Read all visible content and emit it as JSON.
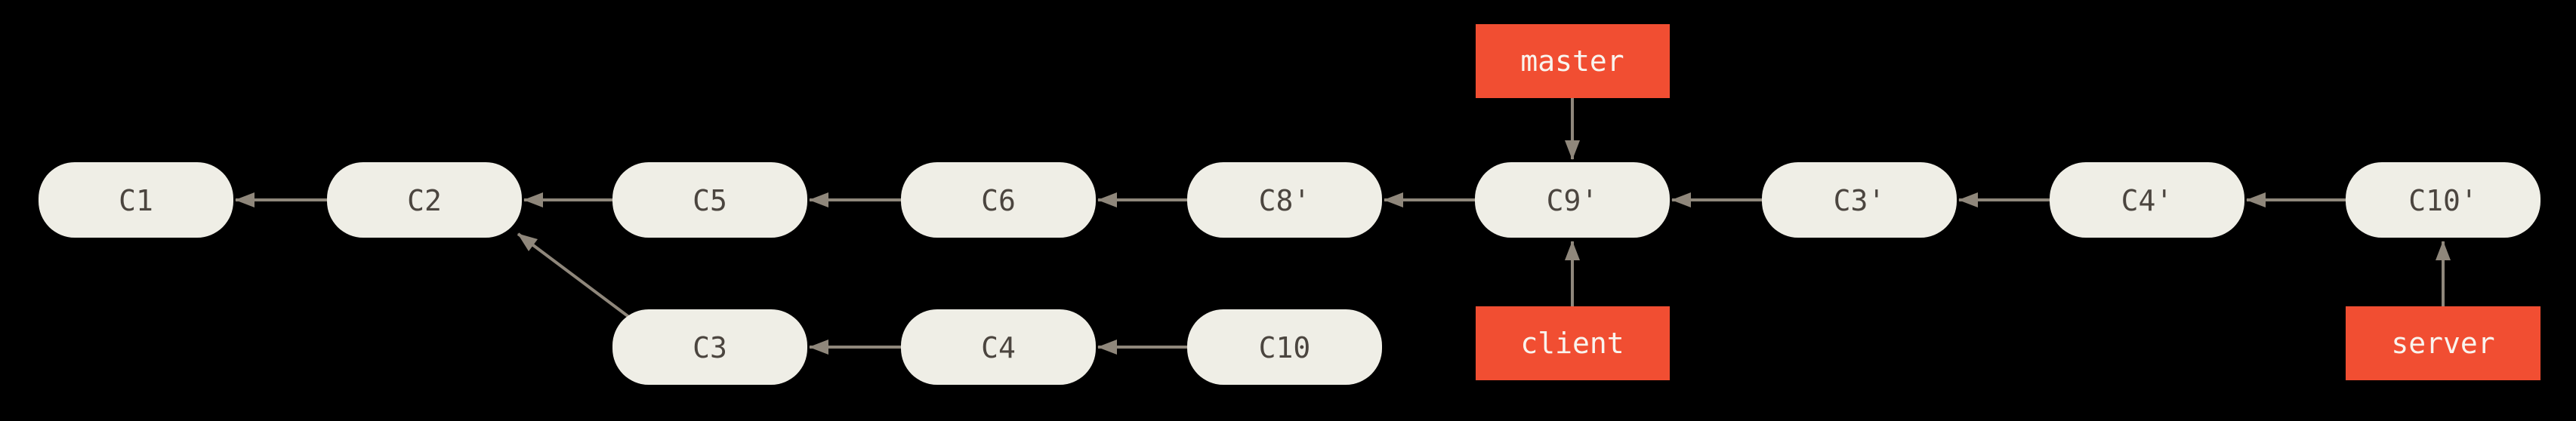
{
  "graph": {
    "description": "git commit history diagram",
    "colors": {
      "background": "#000000",
      "node_fill": "#efeee6",
      "node_text": "#4b453f",
      "arrow": "#8f877b",
      "branch_fill": "#f14e32",
      "branch_text": "#f9f4ee"
    },
    "commits": [
      {
        "label": "C1"
      },
      {
        "label": "C2"
      },
      {
        "label": "C5"
      },
      {
        "label": "C6"
      },
      {
        "label": "C8'"
      },
      {
        "label": "C9'"
      },
      {
        "label": "C3'"
      },
      {
        "label": "C4'"
      },
      {
        "label": "C10'"
      },
      {
        "label": "C3"
      },
      {
        "label": "C4"
      },
      {
        "label": "C10"
      }
    ],
    "branches": [
      {
        "name": "master",
        "points_to": "C9'"
      },
      {
        "name": "client",
        "points_to": "C9'"
      },
      {
        "name": "server",
        "points_to": "C10'"
      }
    ],
    "edges": [
      {
        "from": "C2",
        "to": "C1"
      },
      {
        "from": "C5",
        "to": "C2"
      },
      {
        "from": "C6",
        "to": "C5"
      },
      {
        "from": "C8'",
        "to": "C6"
      },
      {
        "from": "C9'",
        "to": "C8'"
      },
      {
        "from": "C3'",
        "to": "C9'"
      },
      {
        "from": "C4'",
        "to": "C3'"
      },
      {
        "from": "C10'",
        "to": "C4'"
      },
      {
        "from": "C3",
        "to": "C2"
      },
      {
        "from": "C4",
        "to": "C3"
      },
      {
        "from": "C10",
        "to": "C4"
      }
    ]
  }
}
